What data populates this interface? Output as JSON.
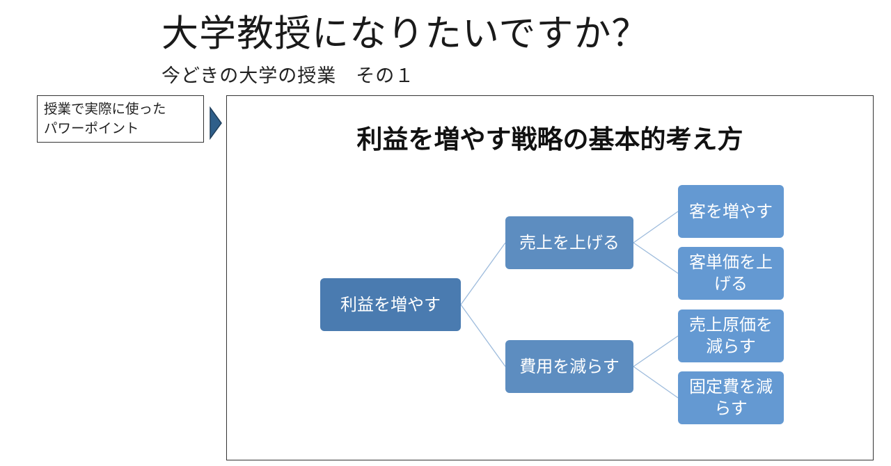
{
  "header": {
    "title": "大学教授になりたいですか？",
    "subtitle": "今どきの大学の授業　その１"
  },
  "note": {
    "lines": [
      "授業で実際に使った",
      "パワーポイント"
    ]
  },
  "slide": {
    "title": "利益を増やす戦略の基本的考え方",
    "diagram": {
      "root": "利益を増やす",
      "branches": [
        {
          "label": "売上を上げる",
          "children": [
            "客を増やす",
            "客単価を上\nげる"
          ]
        },
        {
          "label": "費用を減らす",
          "children": [
            "売上原価を\n減らす",
            "固定費を減\nらす"
          ]
        }
      ]
    }
  },
  "colors": {
    "root_fill": "#4a7bb0",
    "mid_fill": "#5d8dc0",
    "leaf_fill": "#6499d2",
    "connector": "#9dbbdc",
    "arrow_fill": "#2f5f8a"
  }
}
